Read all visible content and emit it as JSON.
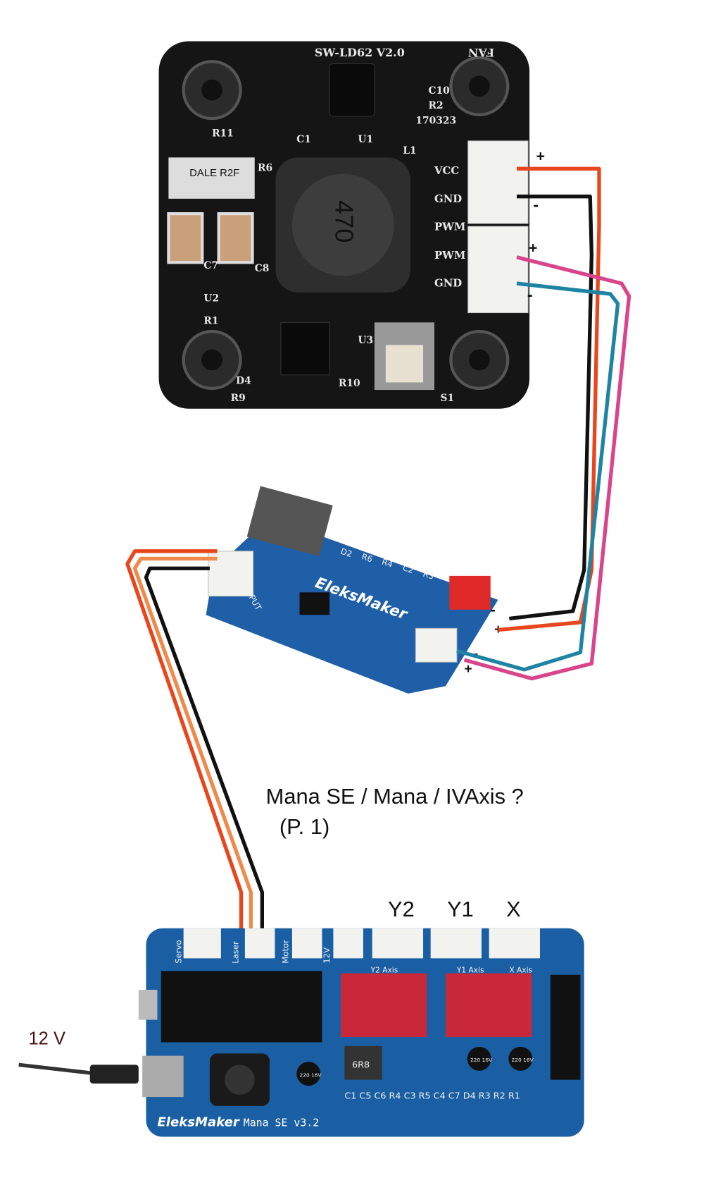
{
  "annotation": {
    "title": "Mana SE / Mana / IVAxis ?",
    "subtitle": "(P. 1)",
    "power_label": "12 V",
    "axis_labels": [
      "Y2",
      "Y1",
      "X"
    ]
  },
  "driver_board": {
    "model": "SW-LD62 V2.0",
    "date_code": "170323",
    "inductor": "470",
    "resistor": "DALE R2F",
    "fan_label": "FAN",
    "pins": [
      "VCC",
      "GND",
      "PWM",
      "PWM",
      "GND"
    ],
    "components": [
      "R11",
      "R6",
      "C1",
      "U1",
      "L1",
      "C10",
      "R2",
      "C7",
      "C8",
      "U2",
      "R1",
      "U3",
      "S1",
      "R9",
      "R10",
      "D4"
    ],
    "polarity": [
      "+",
      "-",
      "+",
      "-"
    ]
  },
  "adapter_board": {
    "brand": "EleksMaker",
    "input_label": "INPUT",
    "components": [
      "D2",
      "R6",
      "R4",
      "C2",
      "R3"
    ],
    "polarity": [
      "-",
      "+",
      "-",
      "+"
    ]
  },
  "controller_board": {
    "brand": "EleksMaker",
    "model": "Mana SE v3.2",
    "connectors": [
      "Servo",
      "Laser",
      "Motor",
      "12V"
    ],
    "axis_silk": [
      "Y2 Axis",
      "Y1 Axis",
      "X Axis"
    ],
    "bottom_parts": "C1 C5 C6 R4 C3 R5 C4 C7 D4 R3 R2 R1",
    "caps": [
      "220 16V",
      "220 16V",
      "220 16V"
    ],
    "inductor": "6R8"
  },
  "wire_colors": {
    "vcc": "#e8461c",
    "gnd": "#111111",
    "pwm_pos": "#d9448a",
    "pwm_neg": "#1f84a3",
    "laser_signal": "#f08a4b"
  }
}
